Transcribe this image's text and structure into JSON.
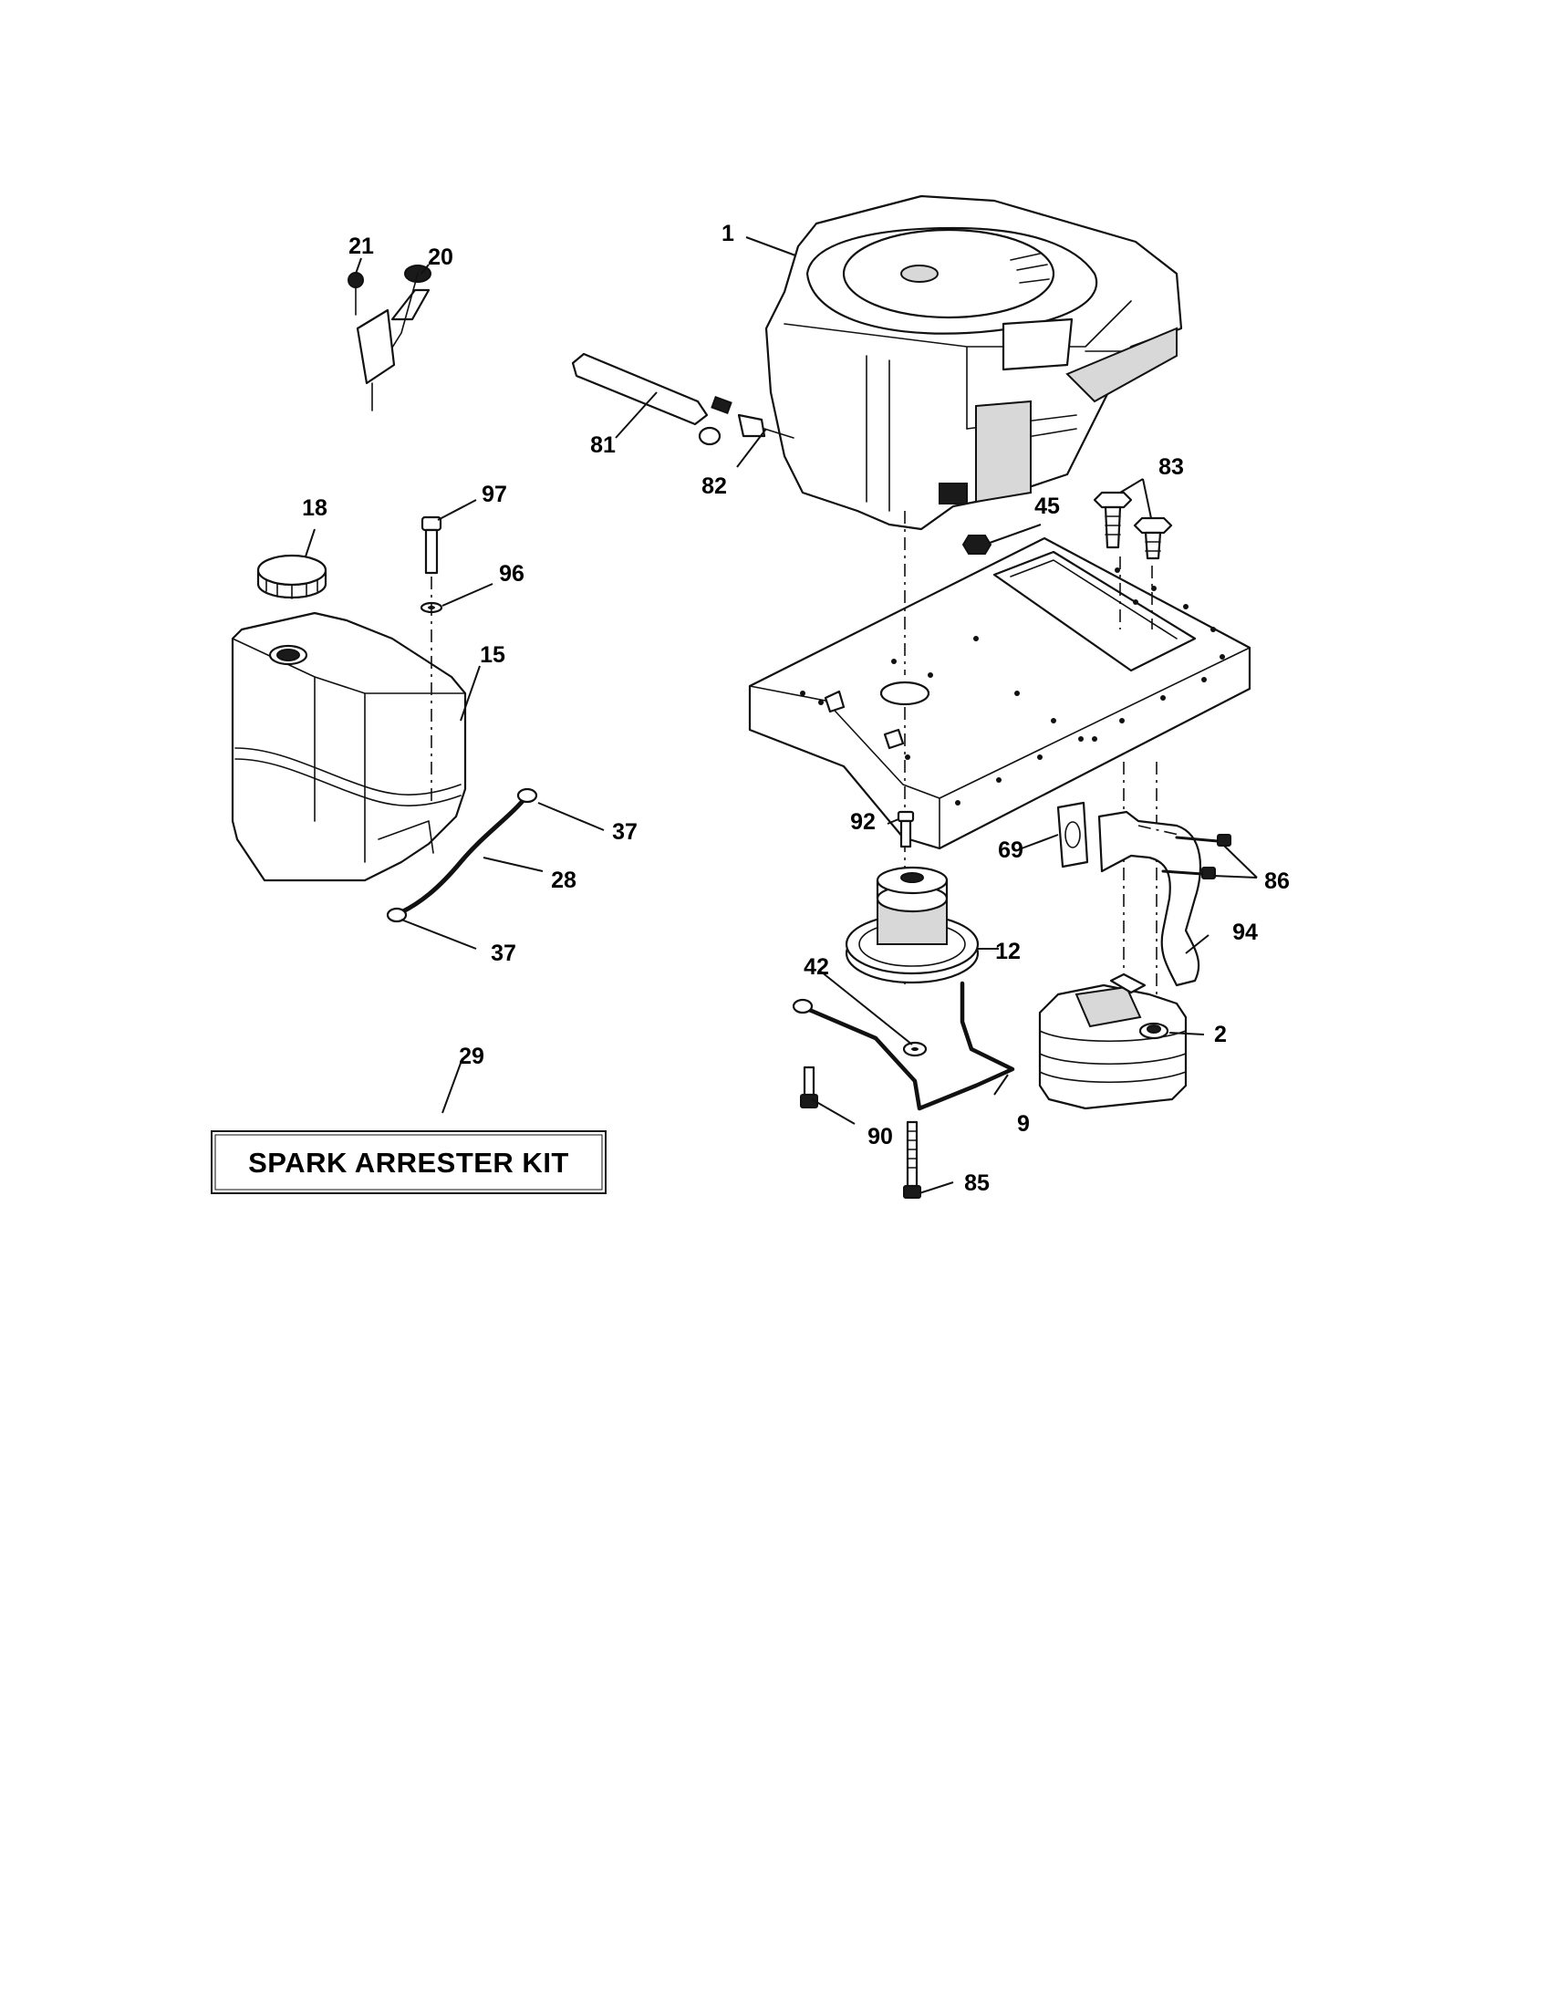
{
  "callouts": {
    "c1": "1",
    "c2": "2",
    "c9": "9",
    "c12": "12",
    "c15": "15",
    "c18": "18",
    "c20": "20",
    "c21": "21",
    "c28": "28",
    "c29": "29",
    "c37a": "37",
    "c37b": "37",
    "c42": "42",
    "c45": "45",
    "c69": "69",
    "c81": "81",
    "c82": "82",
    "c83": "83",
    "c85": "85",
    "c86": "86",
    "c90": "90",
    "c92": "92",
    "c94": "94",
    "c96": "96",
    "c97": "97"
  },
  "kit_label": "SPARK ARRESTER KIT"
}
